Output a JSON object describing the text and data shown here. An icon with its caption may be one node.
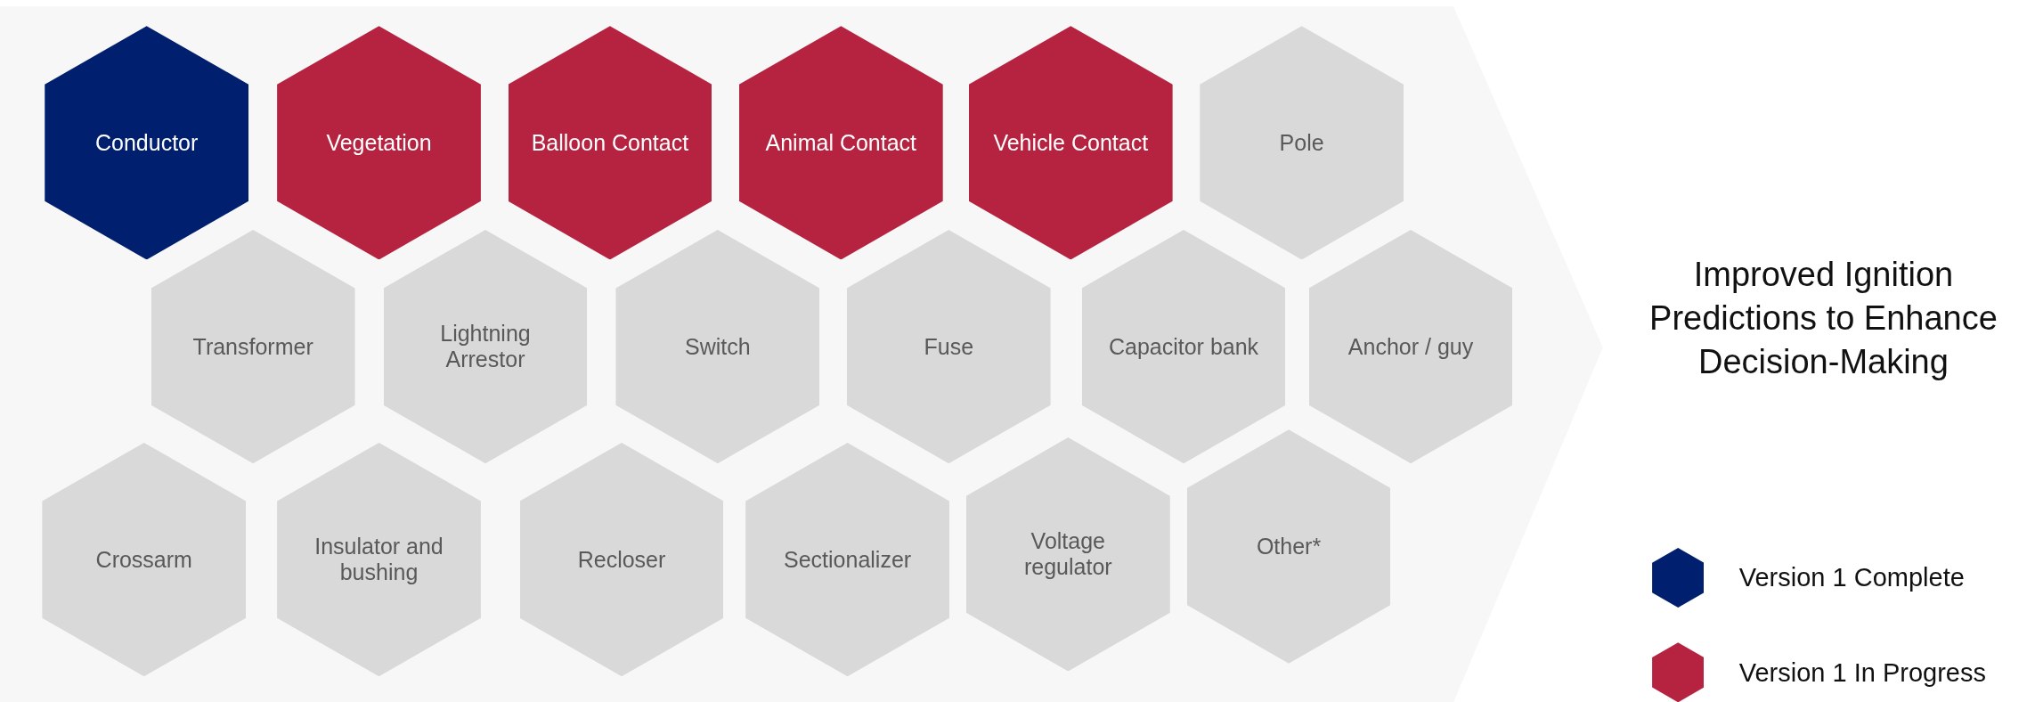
{
  "diagram": {
    "nodes": [
      {
        "text": [],
        "shape": "arrow"
      },
      {
        "text": [
          "Conductor"
        ],
        "in": 0
      },
      {
        "text": [
          "Vegetation"
        ],
        "in": 0
      },
      {
        "text": [
          "Balloon Contact"
        ],
        "in": 0
      },
      {
        "text": [
          "Animal Contact"
        ],
        "in": 0
      },
      {
        "text": [
          "Vehicle Contact"
        ],
        "in": 0
      },
      {
        "text": [
          "Pole"
        ],
        "in": 0
      },
      {
        "text": [
          "Transformer"
        ],
        "in": 0
      },
      {
        "text": [
          "Lightning Arrestor"
        ],
        "in": 0
      },
      {
        "text": [
          "Switch"
        ],
        "in": 0
      },
      {
        "text": [
          "Fuse"
        ],
        "in": 0
      },
      {
        "text": [
          "Capacitor bank"
        ],
        "in": 0
      },
      {
        "text": [
          "Anchor / guy"
        ],
        "in": 0
      },
      {
        "text": [
          "Crossarm"
        ],
        "in": 0
      },
      {
        "text": [
          "Insulator and bushing"
        ],
        "in": 0
      },
      {
        "text": [
          "Recloser"
        ],
        "in": 0
      },
      {
        "text": [
          "Sectionalizer"
        ],
        "in": 0
      },
      {
        "text": [
          "Voltage regulator"
        ],
        "in": 0
      },
      {
        "text": [
          "Other*"
        ],
        "in": 0
      }
    ],
    "edges": [],
    "labels": [
      "Improved Ignition Predictions to Enhance Decision-Making"
    ],
    "legend": [
      {
        "text": "Version 1 Complete",
        "color": "#001f6e"
      },
      {
        "text": "Version 1 In Progress",
        "color": "#b52340"
      }
    ]
  }
}
